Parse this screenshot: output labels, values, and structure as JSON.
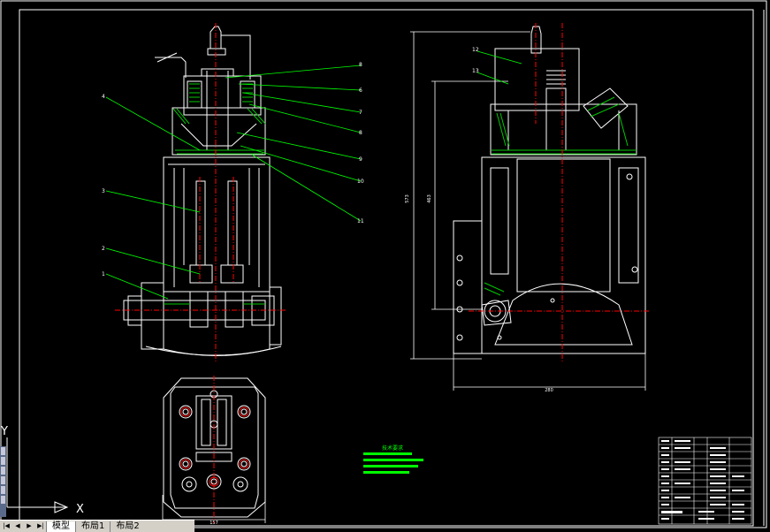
{
  "labels": {
    "callouts_left": [
      "4",
      "3",
      "2",
      "1"
    ],
    "callouts_right": [
      "8",
      "6",
      "7",
      "8",
      "9",
      "10",
      "11"
    ],
    "callouts_side": [
      "12",
      "13"
    ],
    "dim_width": "280",
    "dim_height_outer": "573",
    "dim_height_inner": "463",
    "dim_bottom": "157",
    "tech_title": "技术要求"
  },
  "ucs": {
    "x_label": "X",
    "y_label": "Y"
  },
  "tabs": {
    "model": "模型",
    "layout1": "布局1",
    "layout2": "布局2"
  },
  "colors": {
    "drawing": "#ffffff",
    "leader": "#00ff00",
    "center": "#ff0000",
    "hatch": "#00c800",
    "background": "#000000"
  }
}
